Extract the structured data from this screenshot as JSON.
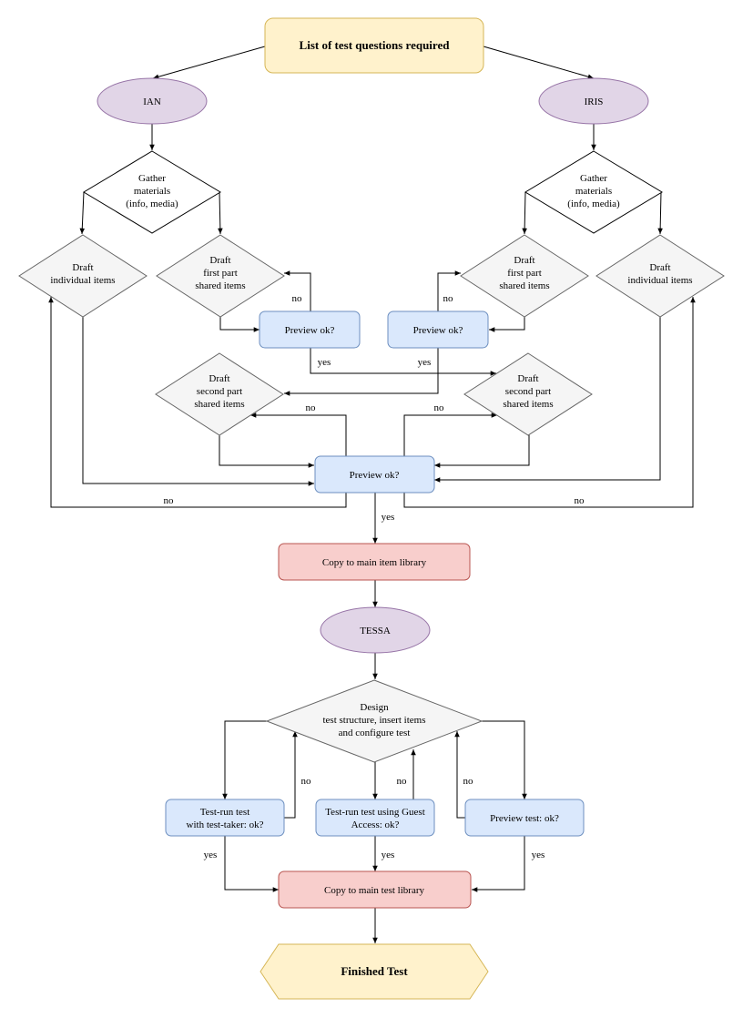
{
  "nodes": {
    "list_required": "List of test questions required",
    "ian": "IAN",
    "iris": "IRIS",
    "gather_left": [
      "Gather",
      "materials",
      "(info, media)"
    ],
    "gather_right": [
      "Gather",
      "materials",
      "(info, media)"
    ],
    "draft_individual_left": [
      "Draft",
      "individual items"
    ],
    "draft_first_left": [
      "Draft",
      "first part",
      "shared items"
    ],
    "preview_left": "Preview ok?",
    "preview_right": "Preview ok?",
    "draft_first_right": [
      "Draft",
      "first part",
      "shared items"
    ],
    "draft_individual_right": [
      "Draft",
      "individual items"
    ],
    "draft_second_left": [
      "Draft",
      "second part",
      "shared items"
    ],
    "draft_second_right": [
      "Draft",
      "second part",
      "shared items"
    ],
    "preview_center": "Preview ok?",
    "copy_item_library": "Copy to main item library",
    "tessa": "TESSA",
    "design": [
      "Design",
      "test structure, insert items",
      "and configure test"
    ],
    "test_run_taker": [
      "Test-run test",
      "with test-taker: ok?"
    ],
    "test_run_guest": [
      "Test-run test using Guest",
      "Access: ok?"
    ],
    "preview_test": "Preview test: ok?",
    "copy_test_library": "Copy to main test library",
    "finished": "Finished Test"
  },
  "edge_labels": {
    "no": "no",
    "yes": "yes"
  },
  "colors": {
    "yellow_fill": "#fff2cc",
    "yellow_stroke": "#d6b656",
    "purple_fill": "#e1d5e7",
    "purple_stroke": "#9673a6",
    "blue_fill": "#dae8fc",
    "blue_stroke": "#6c8ebf",
    "red_fill": "#f8cecc",
    "red_stroke": "#b85450",
    "gray_fill": "#f5f5f5",
    "gray_stroke": "#666666"
  }
}
